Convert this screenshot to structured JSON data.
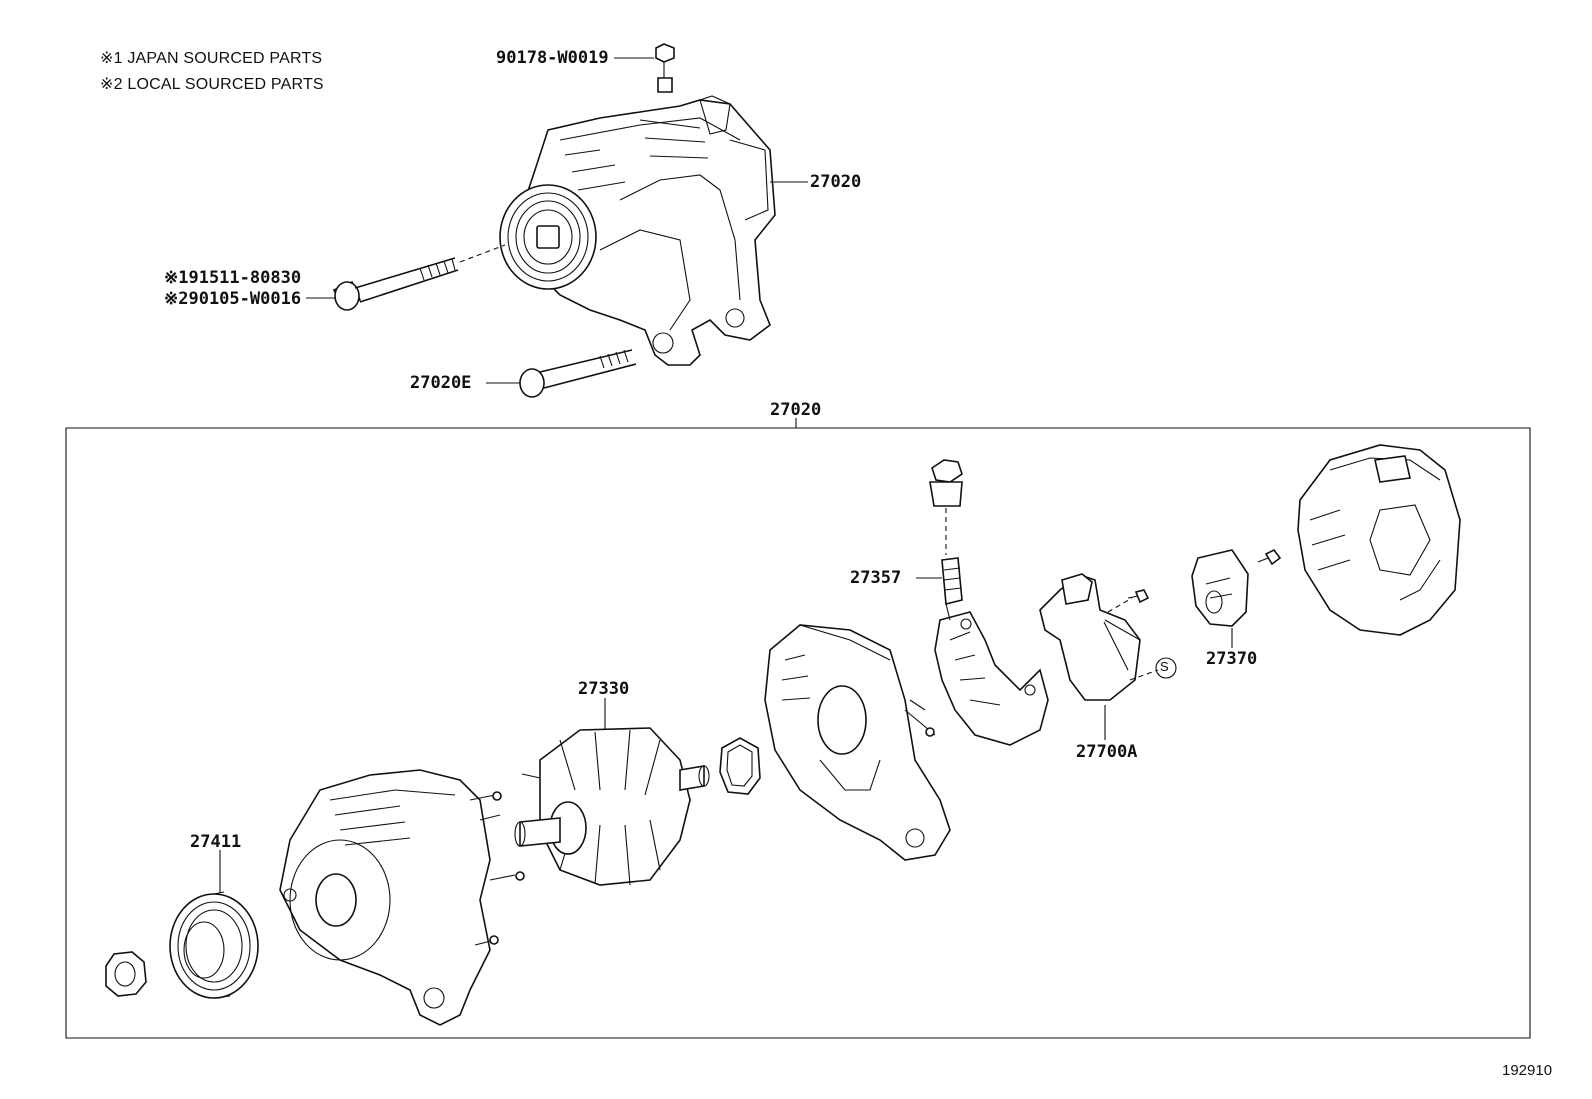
{
  "legend": {
    "note1": "※1 JAPAN SOURCED PARTS",
    "note2": "※2 LOCAL SOURCED PARTS"
  },
  "upper_assembly": {
    "nut_label": "90178-W0019",
    "alternator_label": "27020",
    "bolt_label_1": "※191511-80830",
    "bolt_label_2": "※290105-W0016",
    "lower_bolt_label": "27020E"
  },
  "exploded_view": {
    "group_label": "27020",
    "parts": {
      "terminal_insulator": "27357",
      "rotor": "27330",
      "regulator": "27700A",
      "brush_holder": "27370",
      "pulley": "27411"
    },
    "s_mark": "S"
  },
  "diagram_number": "192910",
  "icons": [
    "alternator-assembly-drawing",
    "bolt-icon",
    "nut-icon",
    "pulley-icon",
    "rotor-icon",
    "frame-icon",
    "rectifier-icon",
    "regulator-icon",
    "brush-holder-icon",
    "rear-cover-icon"
  ]
}
